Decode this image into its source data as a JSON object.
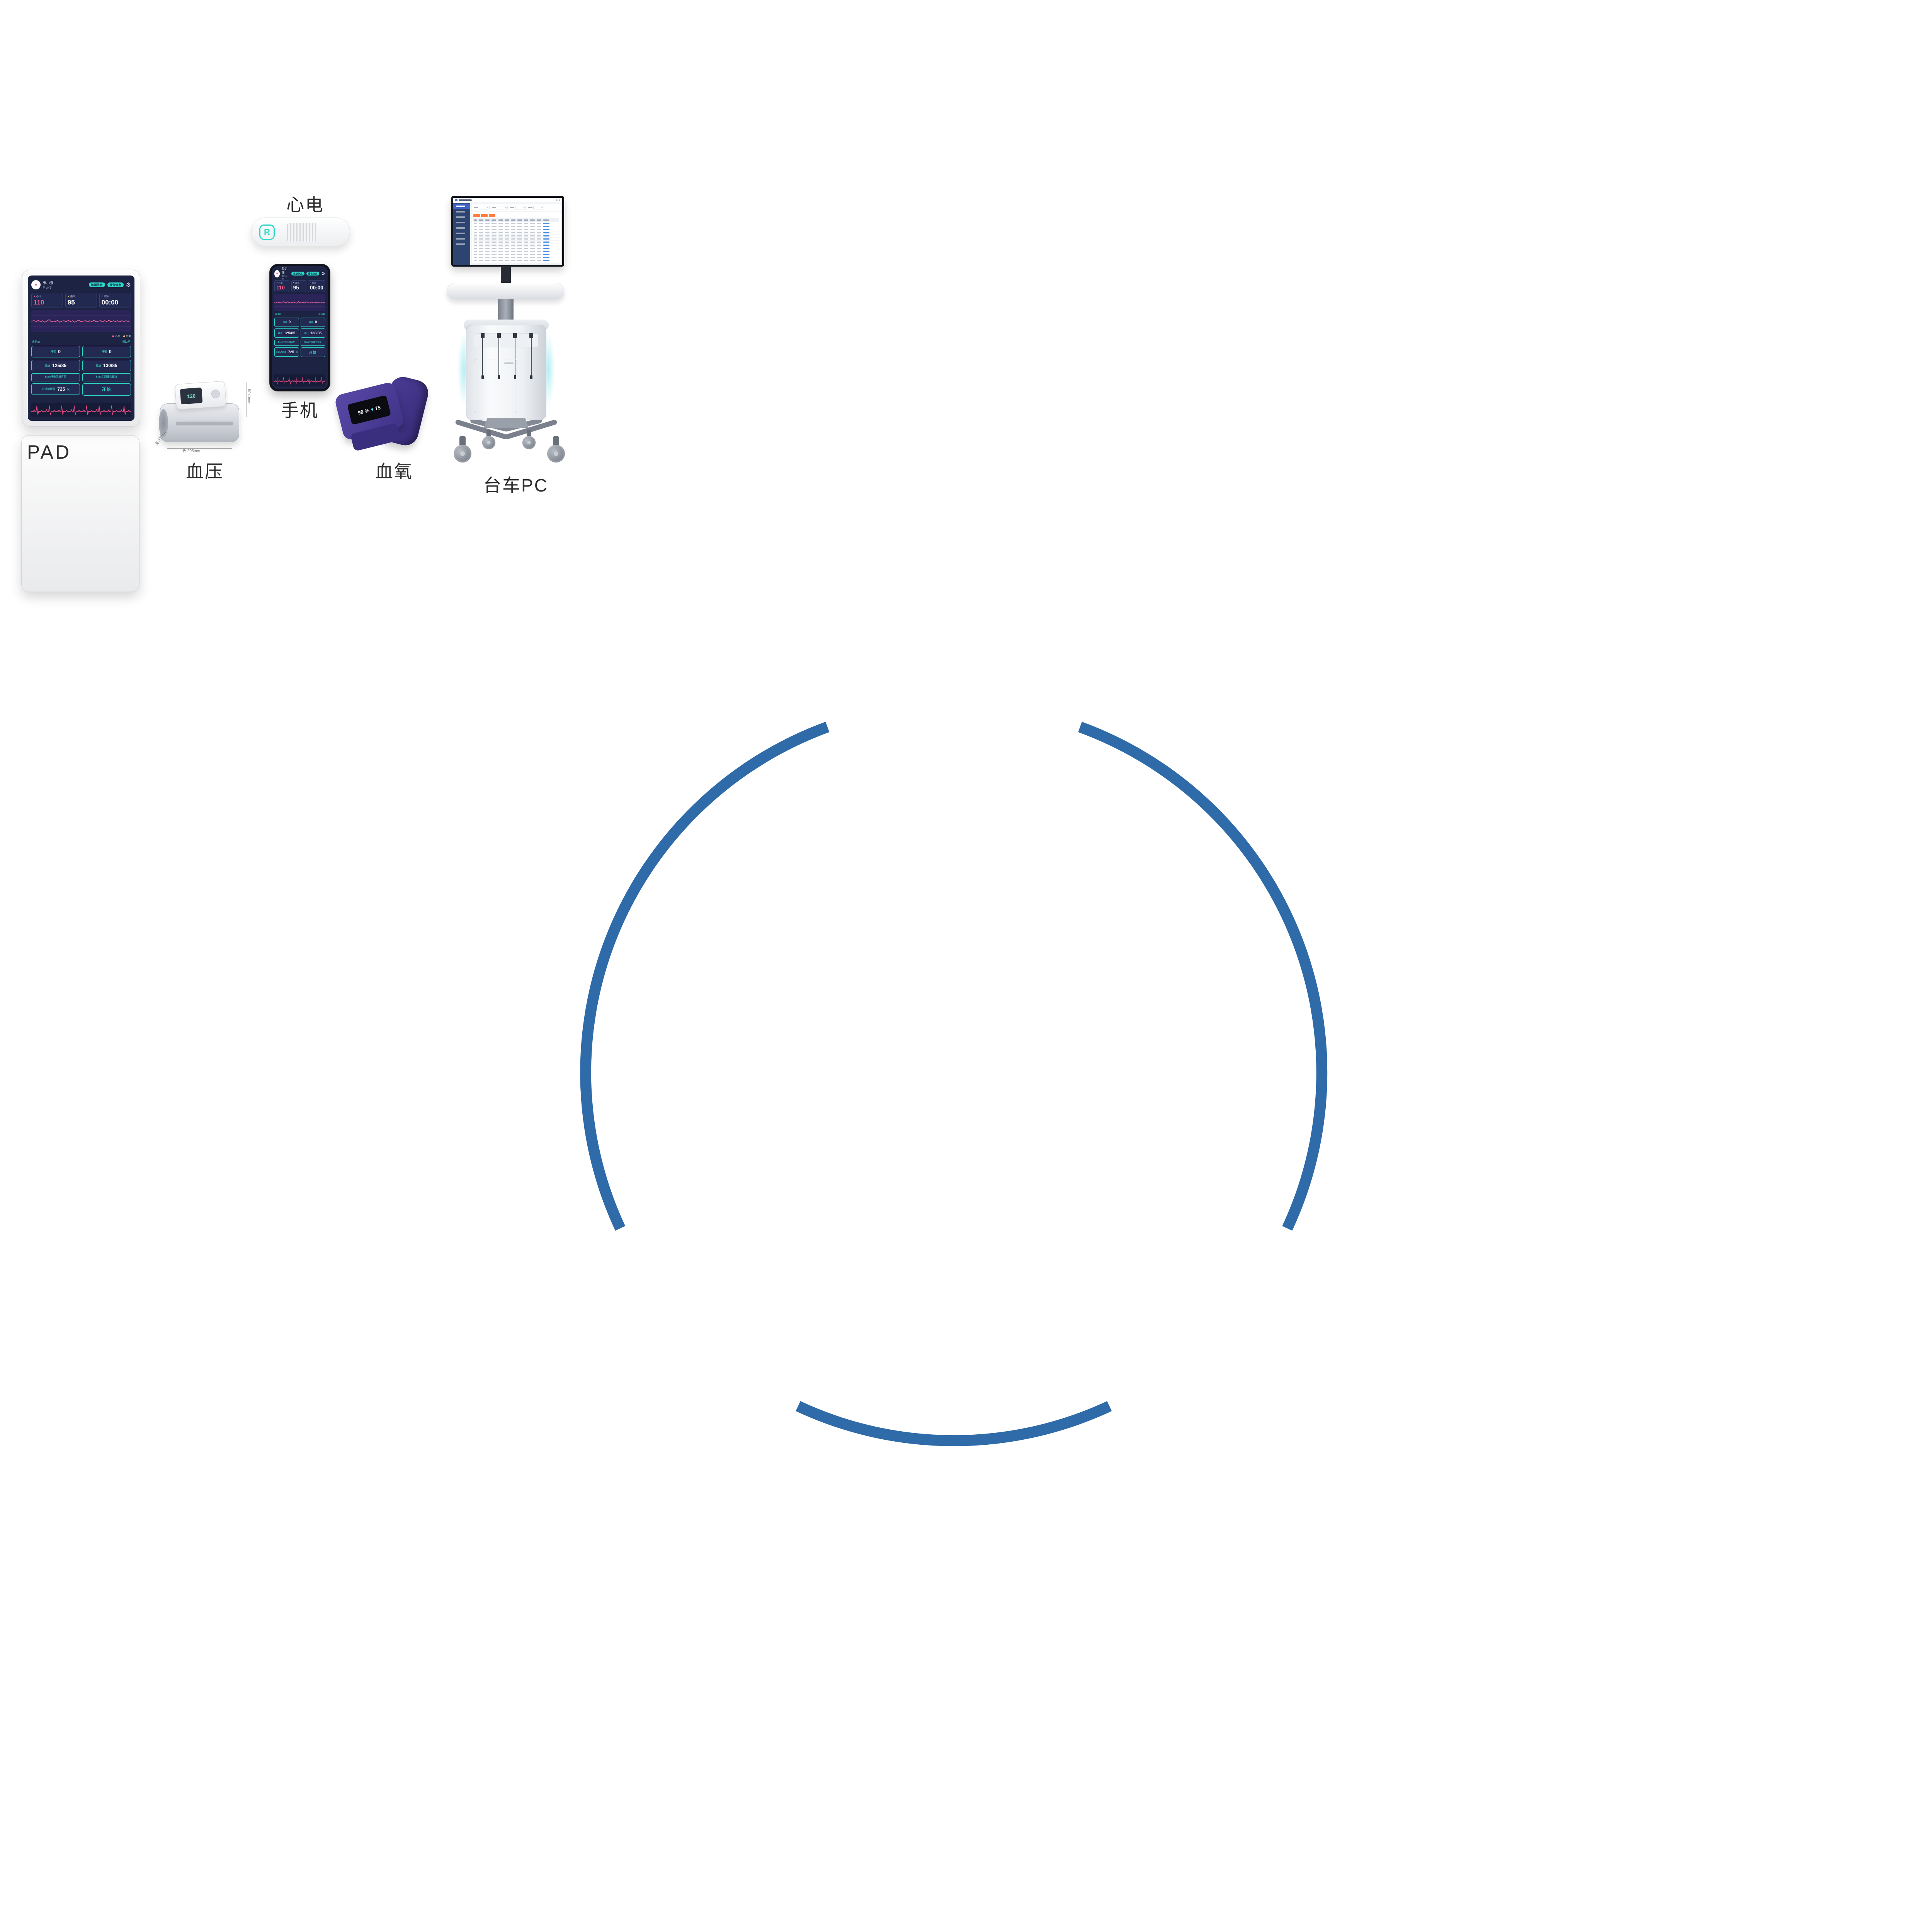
{
  "colors": {
    "teal": "#2fd8c8",
    "arc_blue": "#2e6ba8",
    "orange": "#ff7b3d",
    "pink": "#ff5d8f",
    "yellow": "#f5c04e",
    "screen_navy": "#1d2343",
    "wearable_purple": "#4a3c96"
  },
  "labels": {
    "ecg_device": "心电",
    "phone": "手机",
    "pad": "PAD",
    "blood_pressure": "血压",
    "blood_oxygen": "血氧",
    "trolley_pc": "台车PC"
  },
  "ecg_device": {
    "logo_letter": "R"
  },
  "app": {
    "user": {
      "name": "张小强",
      "meta": "男 24岁"
    },
    "nav_buttons": [
      {
        "label": "监测信息"
      },
      {
        "label": "报告信息"
      }
    ],
    "gear_icon": "⚙",
    "vitals": [
      {
        "icon": "♥",
        "label": "心率",
        "value": "110"
      },
      {
        "icon": "●",
        "label": "血氧",
        "value": "95"
      },
      {
        "icon": "○",
        "label": "时间",
        "value": "00:00"
      }
    ],
    "legend": [
      {
        "label": "心率"
      },
      {
        "label": "血氧"
      }
    ],
    "sections": {
      "left": "运动前",
      "right": "运动后"
    },
    "tiles": {
      "resp_left": {
        "label": "呼吸",
        "value": "0"
      },
      "resp_right": {
        "label": "呼吸",
        "value": "0"
      },
      "bp_left": {
        "label": "血压",
        "value": "125/85"
      },
      "bp_right": {
        "label": "血压",
        "value": "130/85"
      },
      "borg_left": "Borg呼吸困难评估",
      "borg_right": "Borg主观疲劳程度",
      "distance": {
        "label": "总运动距离",
        "value": "725",
        "unit": "米"
      },
      "start": "开始"
    }
  },
  "bp_device": {
    "lcd_value": "120",
    "dim_height": "高:43mm",
    "dim_width": "宽:72mm",
    "dim_length": "长:205mm"
  },
  "spo2_device": {
    "value": "98",
    "unit": "%",
    "heart_icon": "♥",
    "pulse": "75"
  },
  "trolley_screen": {
    "sidebar_items": 8,
    "filters": 4,
    "action_buttons": 3,
    "table_rows": 13,
    "table_cols": 12
  }
}
